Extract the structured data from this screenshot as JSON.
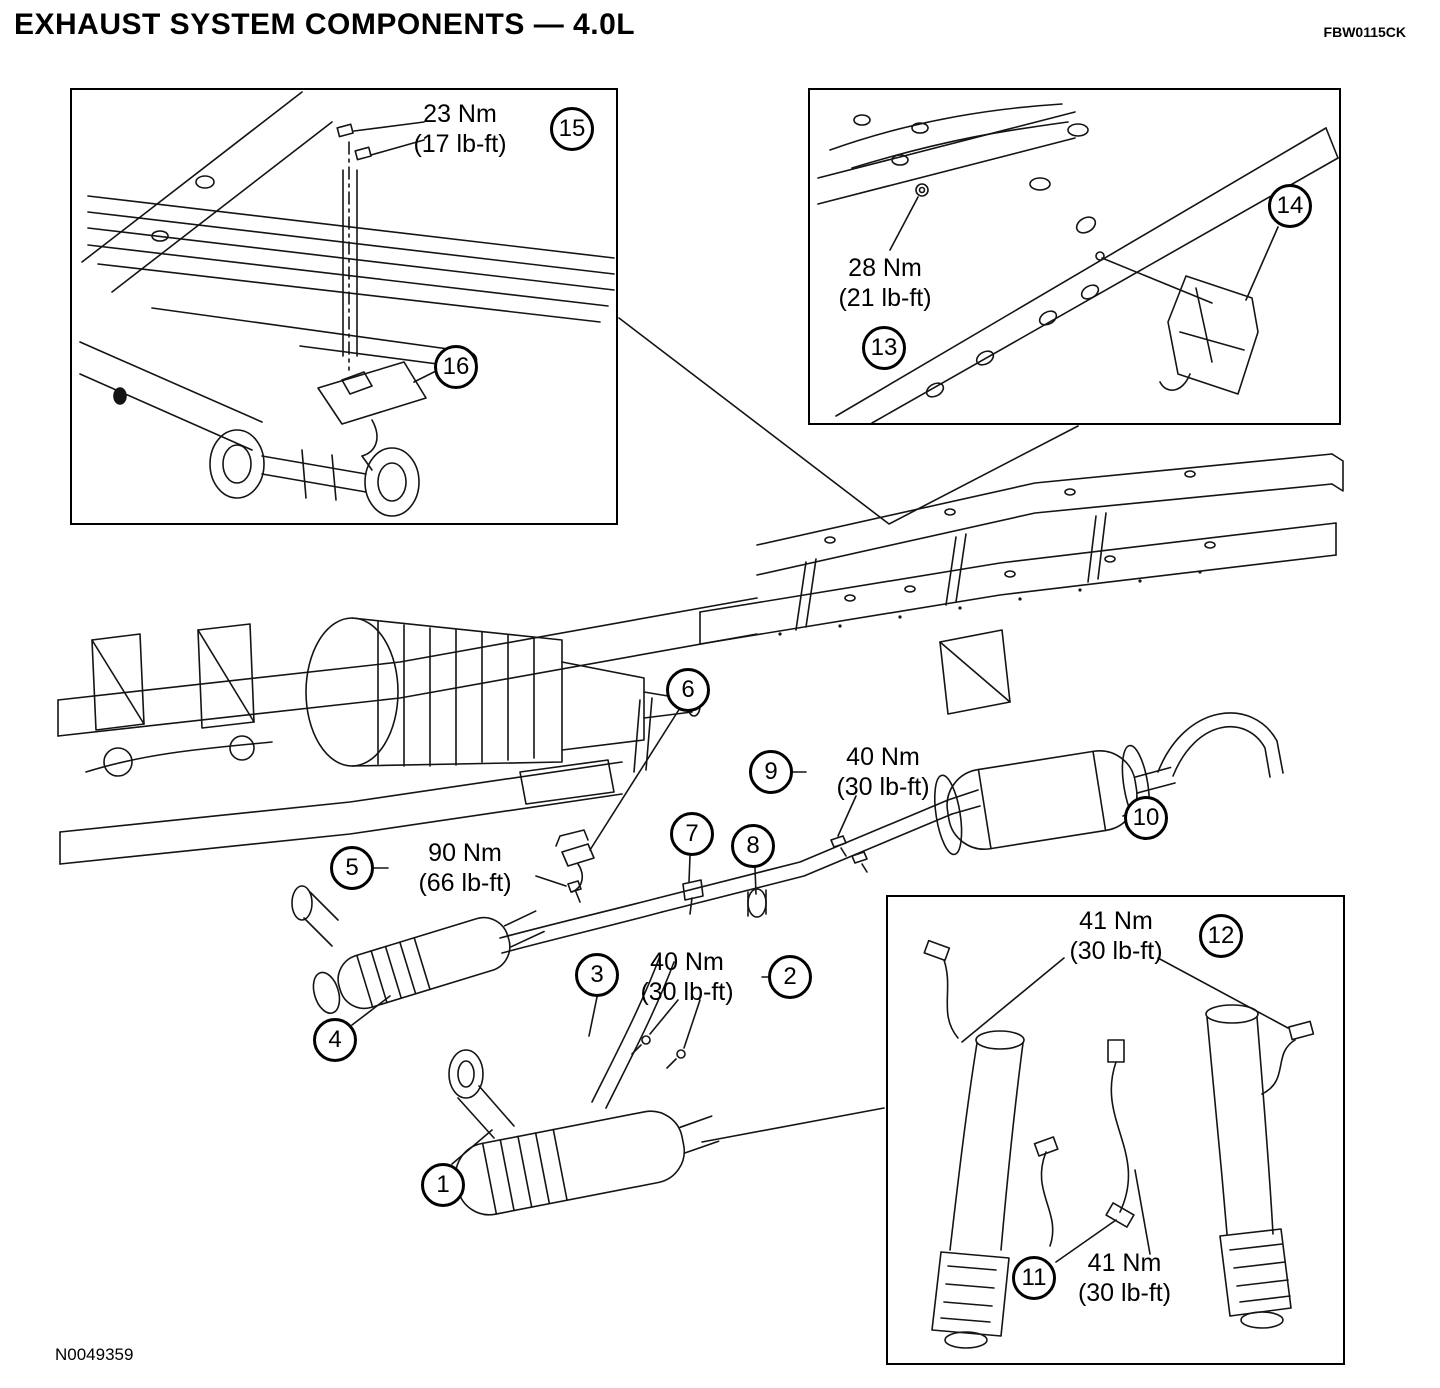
{
  "header": {
    "title": "EXHAUST SYSTEM COMPONENTS — 4.0L",
    "figure_code": "FBW0115CK"
  },
  "footer": {
    "doc_number": "N0049359"
  },
  "callouts": {
    "c1": "1",
    "c2": "2",
    "c3": "3",
    "c4": "4",
    "c5": "5",
    "c6": "6",
    "c7": "7",
    "c8": "8",
    "c9": "9",
    "c10": "10",
    "c11": "11",
    "c12": "12",
    "c13": "13",
    "c14": "14",
    "c15": "15",
    "c16": "16"
  },
  "torque_labels": {
    "t15": {
      "nm": "23 Nm",
      "lbft": "(17 lb-ft)"
    },
    "t13": {
      "nm": "28 Nm",
      "lbft": "(21 lb-ft)"
    },
    "t9": {
      "nm": "40 Nm",
      "lbft": "(30 lb-ft)"
    },
    "t5": {
      "nm": "90 Nm",
      "lbft": "(66 lb-ft)"
    },
    "t2": {
      "nm": "40 Nm",
      "lbft": "(30 lb-ft)"
    },
    "t12": {
      "nm": "41 Nm",
      "lbft": "(30 lb-ft)"
    },
    "t11": {
      "nm": "41 Nm",
      "lbft": "(30 lb-ft)"
    }
  }
}
